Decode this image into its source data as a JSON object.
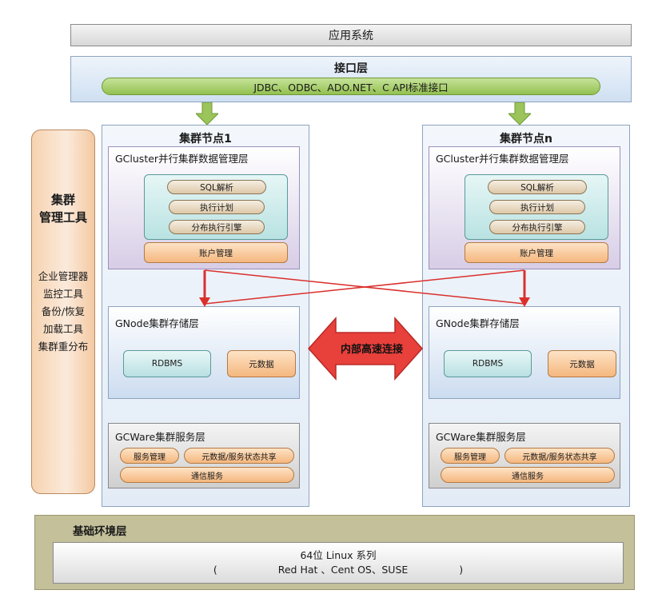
{
  "app_system": "应用系统",
  "interface_layer": {
    "title": "接口层",
    "apis": "JDBC、ODBC、ADO.NET、C API标准接口"
  },
  "management": {
    "title_line1": "集群",
    "title_line2": "管理工具",
    "tools": [
      "企业管理器",
      "监控工具",
      "备份/恢复",
      "加载工具",
      "集群重分布"
    ]
  },
  "nodes": [
    {
      "title": "集群节点1",
      "gcluster": {
        "title": "GCluster并行集群数据管理层",
        "items": [
          "SQL解析",
          "执行计划",
          "分布执行引擎"
        ],
        "account": "账户管理"
      },
      "gnode": {
        "title": "GNode集群存储层",
        "rdbms": "RDBMS",
        "metadata": "元数据"
      },
      "gcware": {
        "title": "GCWare集群服务层",
        "service_mgmt": "服务管理",
        "state_share": "元数据/服务状态共享",
        "comm": "通信服务"
      }
    },
    {
      "title": "集群节点n",
      "gcluster": {
        "title": "GCluster并行集群数据管理层",
        "items": [
          "SQL解析",
          "执行计划",
          "分布执行引擎"
        ],
        "account": "账户管理"
      },
      "gnode": {
        "title": "GNode集群存储层",
        "rdbms": "RDBMS",
        "metadata": "元数据"
      },
      "gcware": {
        "title": "GCWare集群服务层",
        "service_mgmt": "服务管理",
        "state_share": "元数据/服务状态共享",
        "comm": "通信服务"
      }
    }
  ],
  "internal_link": "内部高速连接",
  "base_layer": {
    "title": "基础环境层",
    "os_line1": "64位 Linux 系列",
    "paren_open": "(",
    "os_line2": "Red Hat 、Cent OS、SUSE",
    "paren_close": ")"
  },
  "colors": {
    "arrow_green": "#9bc45a",
    "cross_line_red": "#d9302c",
    "link_arrow_red": "#e8403b"
  }
}
